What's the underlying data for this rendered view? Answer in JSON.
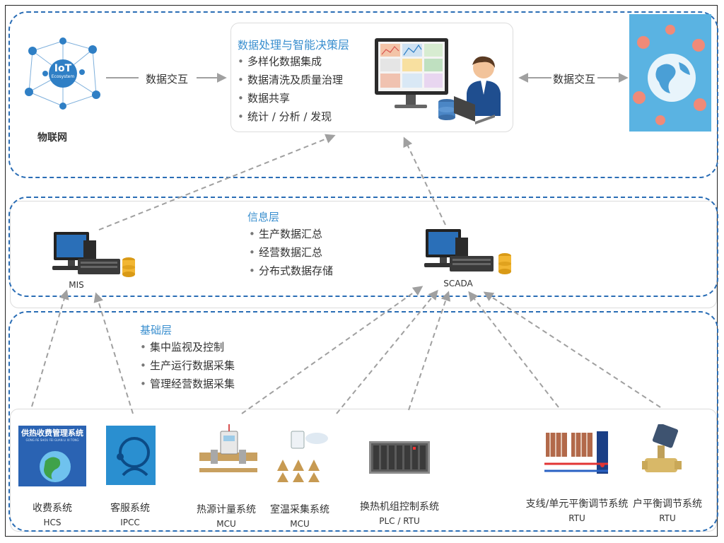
{
  "top": {
    "iot_label": "物联网",
    "exchange_left": "数据交互",
    "exchange_right": "数据交互",
    "decision": {
      "title_prefix": "数据",
      "title_main": "处理与智能决策层",
      "items": [
        "多样化数据集成",
        "数据清洗及质量治理",
        "数据共享",
        "统计 / 分析 / 发现"
      ]
    },
    "iot_logo_line1": "IoT",
    "iot_logo_line2": "Ecosystem"
  },
  "info": {
    "title": "信息层",
    "items": [
      "生产数据汇总",
      "经营数据汇总",
      "分布式数据存储"
    ],
    "mis_label": "MIS",
    "scada_label": "SCADA"
  },
  "base": {
    "title": "基础层",
    "items": [
      "集中监视及控制",
      "生产运行数据采集",
      "管理经营数据采集"
    ]
  },
  "systems": [
    {
      "name": "收费系统",
      "code": "HCS"
    },
    {
      "name": "客服系统",
      "code": "IPCC"
    },
    {
      "name": "热源计量系统",
      "code": "MCU"
    },
    {
      "name": "室温采集系统",
      "code": "MCU"
    },
    {
      "name": "换热机组控制系统",
      "code": "PLC / RTU"
    },
    {
      "name": "支线/单元平衡调节系统",
      "code": "RTU"
    },
    {
      "name": "户平衡调节系统",
      "code": "RTU"
    }
  ],
  "hcs_banner": {
    "title": "供热收费管理系统",
    "pinyin": "GONG RE SHOU FEI GUAN LI XI TONG"
  },
  "colors": {
    "accent": "#2a6db5",
    "title_blue": "#3a8fcf",
    "arrow": "#a0a0a0"
  }
}
